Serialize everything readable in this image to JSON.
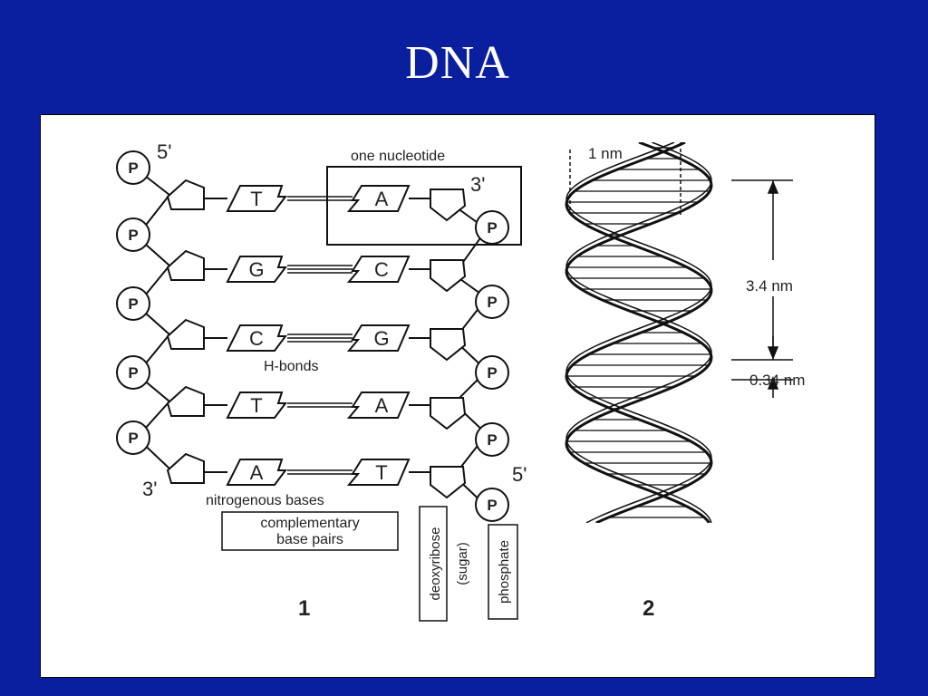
{
  "title": "DNA",
  "strand_labels": {
    "top_left": "5'",
    "top_right": "3'",
    "bottom_left": "3'",
    "bottom_right": "5'"
  },
  "phosphate_symbol": "P",
  "base_pairs": [
    {
      "left": "T",
      "right": "A",
      "bonds": 2
    },
    {
      "left": "G",
      "right": "C",
      "bonds": 3
    },
    {
      "left": "C",
      "right": "G",
      "bonds": 3
    },
    {
      "left": "T",
      "right": "A",
      "bonds": 2
    },
    {
      "left": "A",
      "right": "T",
      "bonds": 2
    }
  ],
  "labels": {
    "one_nucleotide": "one nucleotide",
    "h_bonds": "H-bonds",
    "nitrogenous_bases": "nitrogenous bases",
    "complementary_line1": "complementary",
    "complementary_line2": "base pairs",
    "deoxyribose": "deoxyribose",
    "sugar": "(sugar)",
    "phosphate": "phosphate",
    "figure1": "1",
    "figure2": "2",
    "one_nm": "1 nm",
    "pitch": "3.4 nm",
    "rise": "0.34 nm"
  }
}
